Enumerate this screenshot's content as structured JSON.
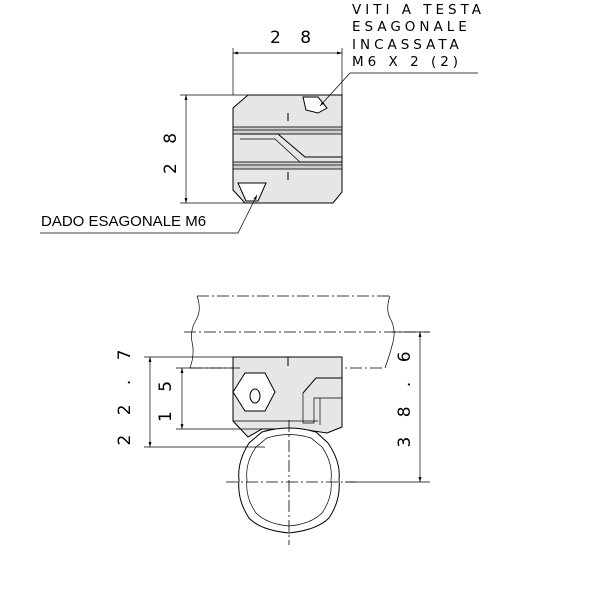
{
  "top_view": {
    "width_dimension": "2 8",
    "height_dimension": "2 8",
    "screw_note": [
      "VITI A TESTA",
      "ESAGONALE",
      "INCASSATA",
      "M6 X 2 (2)"
    ],
    "nut_label": "DADO ESAGONALE M6"
  },
  "side_view": {
    "dim_22_7": "2 2 . 7",
    "dim_15": "1 5",
    "dim_38_6": "3 8 . 6"
  }
}
